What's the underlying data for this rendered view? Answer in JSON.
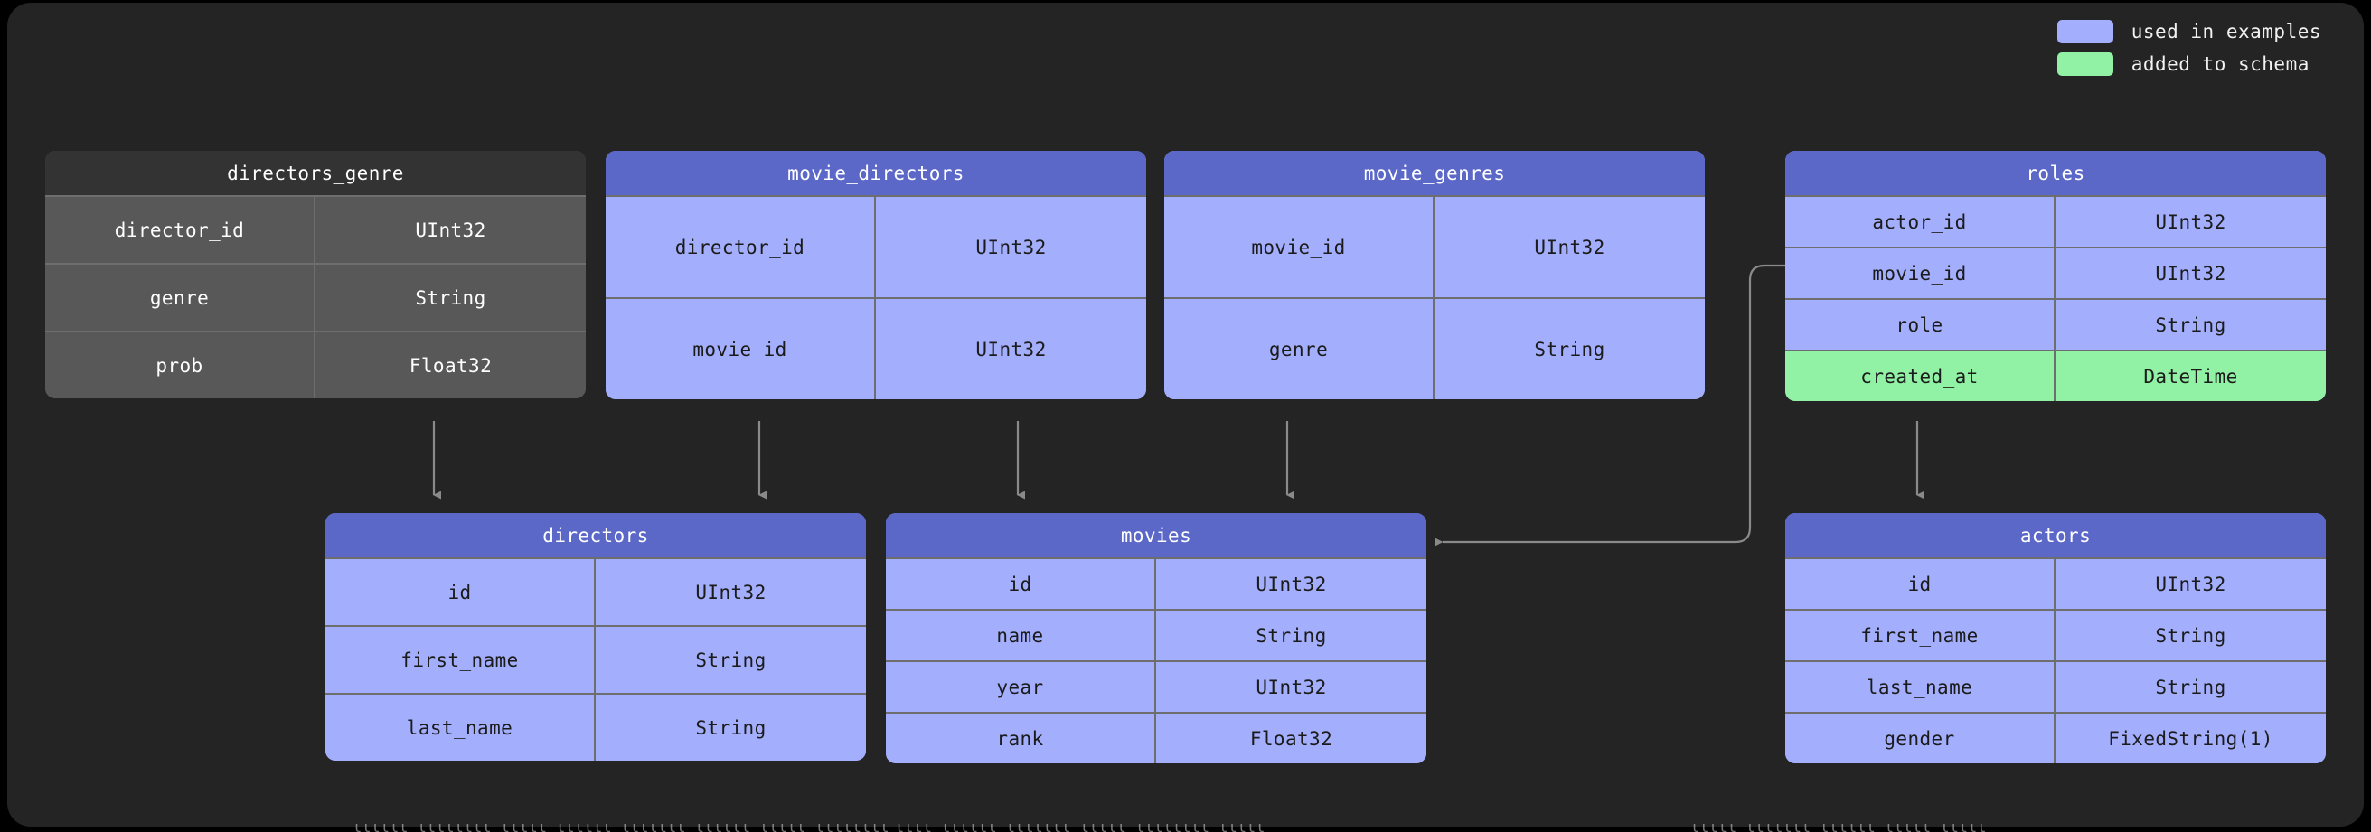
{
  "theme": {
    "background": "#000000",
    "panel": "#242424",
    "blue_header": "#5b68c8",
    "blue_body": "#a3aefc",
    "green_row": "#91f2a5",
    "gray_header": "#333333",
    "gray_body": "#585858",
    "border": "#6e6e6e",
    "connector": "#8a8a8a"
  },
  "legend": {
    "items": [
      {
        "color": "#a3aefc",
        "label": "used in examples",
        "swatch_name": "blue-swatch"
      },
      {
        "color": "#91f2a5",
        "label": "added to schema",
        "swatch_name": "green-swatch"
      }
    ]
  },
  "tables": [
    {
      "id": "directors_genre",
      "title": "directors_genre",
      "theme": "gray",
      "columns": [
        {
          "name": "director_id",
          "type": "UInt32",
          "highlight": false
        },
        {
          "name": "genre",
          "type": "String",
          "highlight": false
        },
        {
          "name": "prob",
          "type": "Float32",
          "highlight": false
        }
      ]
    },
    {
      "id": "movie_directors",
      "title": "movie_directors",
      "theme": "blue",
      "columns": [
        {
          "name": "director_id",
          "type": "UInt32",
          "highlight": false
        },
        {
          "name": "movie_id",
          "type": "UInt32",
          "highlight": false
        }
      ]
    },
    {
      "id": "movie_genres",
      "title": "movie_genres",
      "theme": "blue",
      "columns": [
        {
          "name": "movie_id",
          "type": "UInt32",
          "highlight": false
        },
        {
          "name": "genre",
          "type": "String",
          "highlight": false
        }
      ]
    },
    {
      "id": "roles",
      "title": "roles",
      "theme": "blue",
      "columns": [
        {
          "name": "actor_id",
          "type": "UInt32",
          "highlight": false
        },
        {
          "name": "movie_id",
          "type": "UInt32",
          "highlight": false
        },
        {
          "name": "role",
          "type": "String",
          "highlight": false
        },
        {
          "name": "created_at",
          "type": "DateTime",
          "highlight": true
        }
      ]
    },
    {
      "id": "directors",
      "title": "directors",
      "theme": "blue",
      "columns": [
        {
          "name": "id",
          "type": "UInt32",
          "highlight": false
        },
        {
          "name": "first_name",
          "type": "String",
          "highlight": false
        },
        {
          "name": "last_name",
          "type": "String",
          "highlight": false
        }
      ]
    },
    {
      "id": "movies",
      "title": "movies",
      "theme": "blue",
      "columns": [
        {
          "name": "id",
          "type": "UInt32",
          "highlight": false
        },
        {
          "name": "name",
          "type": "String",
          "highlight": false
        },
        {
          "name": "year",
          "type": "UInt32",
          "highlight": false
        },
        {
          "name": "rank",
          "type": "Float32",
          "highlight": false
        }
      ]
    },
    {
      "id": "actors",
      "title": "actors",
      "theme": "blue",
      "columns": [
        {
          "name": "id",
          "type": "UInt32",
          "highlight": false
        },
        {
          "name": "first_name",
          "type": "String",
          "highlight": false
        },
        {
          "name": "last_name",
          "type": "String",
          "highlight": false
        },
        {
          "name": "gender",
          "type": "FixedString(1)",
          "highlight": false
        }
      ]
    }
  ],
  "relations": [
    {
      "from": "directors_genre",
      "to": "directors",
      "kind": "down"
    },
    {
      "from": "movie_directors",
      "to": "directors",
      "kind": "down"
    },
    {
      "from": "movie_directors",
      "to": "movies",
      "kind": "down"
    },
    {
      "from": "movie_genres",
      "to": "movies",
      "kind": "down"
    },
    {
      "from": "roles",
      "to": "movies",
      "kind": "elbow"
    },
    {
      "from": "roles",
      "to": "actors",
      "kind": "down"
    }
  ]
}
